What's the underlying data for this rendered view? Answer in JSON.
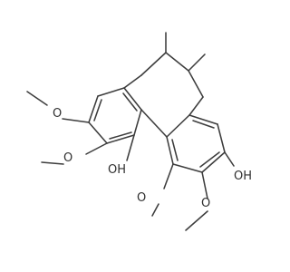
{
  "molecule": {
    "labels": {
      "oh_left": "OH",
      "oh_right": "OH",
      "o_top_left": "O",
      "o_left_middle": "O",
      "o_bottom_middle": "O",
      "o_bottom_right": "O"
    }
  }
}
